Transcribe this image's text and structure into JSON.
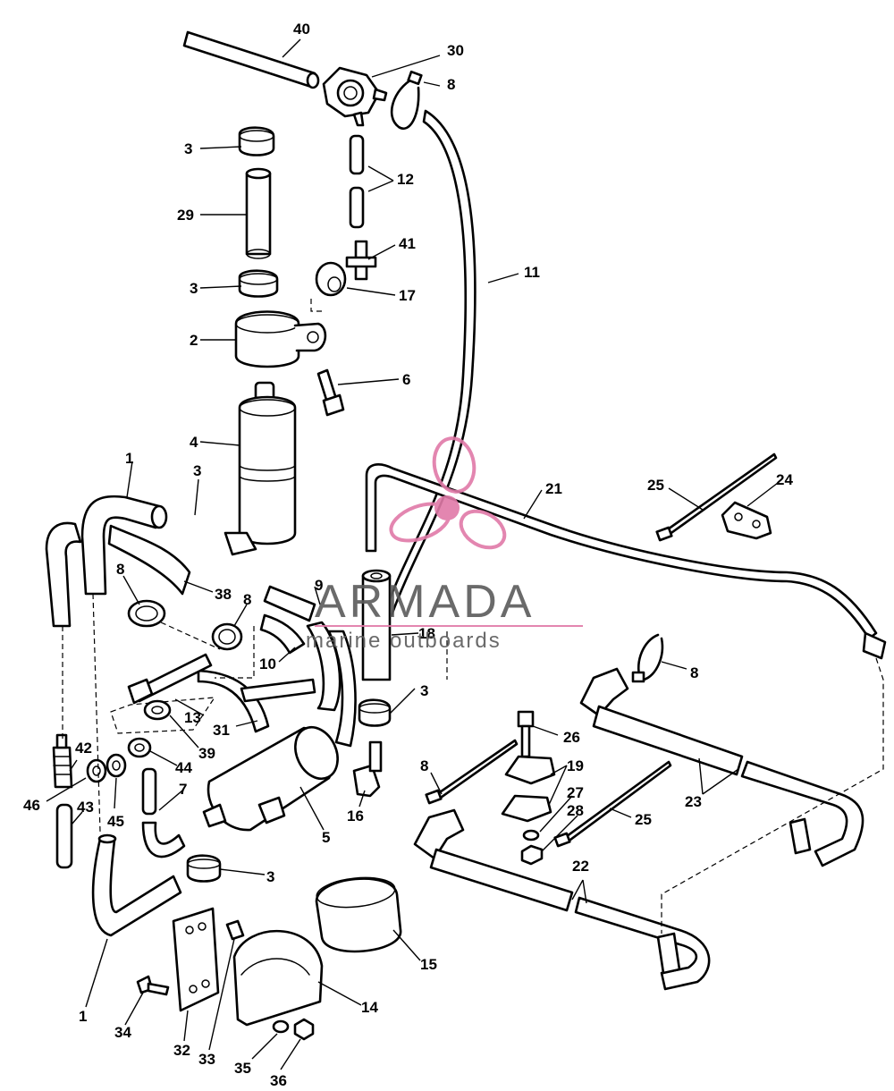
{
  "watermark": {
    "brand": "ARMADA",
    "tagline": "marine outboards",
    "logo_color": "#e07aa8",
    "text_color": "#5a5a5a"
  },
  "callouts": [
    "40",
    "30",
    "8",
    "3",
    "12",
    "29",
    "41",
    "3",
    "17",
    "11",
    "2",
    "6",
    "4",
    "1",
    "3",
    "21",
    "25",
    "24",
    "8",
    "38",
    "8",
    "9",
    "18",
    "10",
    "13",
    "31",
    "3",
    "8",
    "39",
    "44",
    "26",
    "42",
    "19",
    "46",
    "45",
    "7",
    "16",
    "5",
    "8",
    "27",
    "28",
    "25",
    "23",
    "43",
    "3",
    "22",
    "15",
    "14",
    "1",
    "34",
    "32",
    "33",
    "35",
    "36"
  ]
}
